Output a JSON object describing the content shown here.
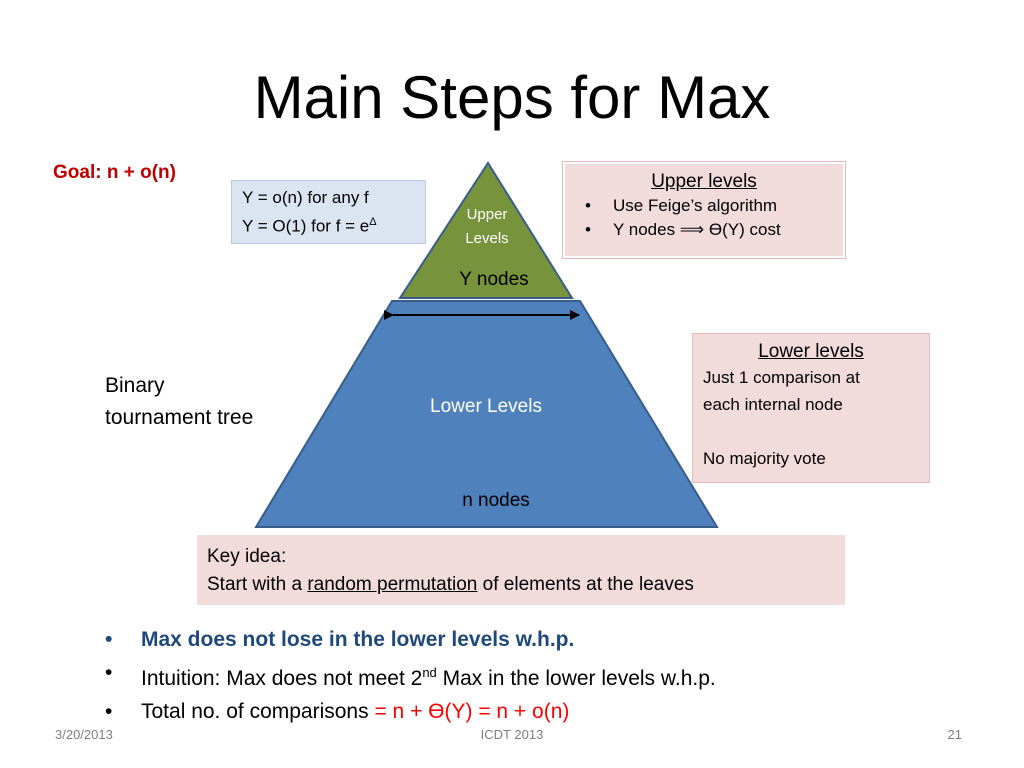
{
  "title": "Main Steps for Max",
  "goal": "Goal: n + o(n)",
  "y_box": {
    "line1": "Y  = o(n) for any f",
    "line2_prefix": "Y = O(1) for f = e",
    "line2_sup": "Δ"
  },
  "pyramid": {
    "upper_line1": "Upper",
    "upper_line2": "Levels",
    "y_nodes": "Y nodes",
    "lower_label": "Lower Levels",
    "n_nodes": "n nodes",
    "upper_color": "#77933c",
    "lower_color": "#4f81bd",
    "edge_color": "#385d8a"
  },
  "upper_box": {
    "heading": "Upper levels",
    "items": [
      "Use Feige’s algorithm",
      "Y nodes ⟹ Ө(Y) cost"
    ]
  },
  "lower_box": {
    "heading": "Lower levels",
    "line1": "Just 1 comparison at",
    "line2": "each internal node",
    "line3": "No majority vote"
  },
  "binary_label": {
    "line1": "Binary",
    "line2": "tournament tree"
  },
  "key_box": {
    "line1": "Key idea:",
    "line2_pre": "Start with a ",
    "line2_underlined": "random permutation",
    "line2_post": " of elements at the leaves"
  },
  "bullets": {
    "b1": "Max does not lose in the lower levels w.h.p.",
    "b2_pre": "Intuition:   Max does not meet 2",
    "b2_sup": "nd",
    "b2_post": " Max in the lower levels  w.h.p.",
    "b3_pre": "Total no. of comparisons  ",
    "b3_red": "=  n + Ө(Y) = n + o(n)"
  },
  "footer": {
    "date": "3/20/2013",
    "center": "ICDT 2013",
    "page": "21"
  },
  "icons": {
    "bullet": "•"
  }
}
